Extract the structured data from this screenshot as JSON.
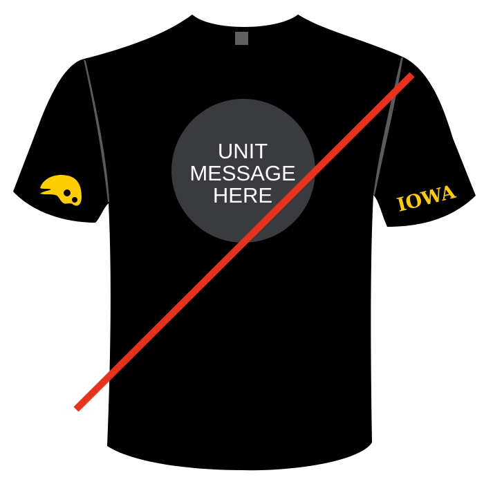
{
  "shirt": {
    "color": "#000000",
    "accent_color": "#5a5b5e",
    "tag_color": "#5f6062"
  },
  "front_print": {
    "lines": [
      "UNIT",
      "MESSAGE",
      "HERE"
    ],
    "circle_color": "#3a3b3e",
    "text_color": "#ffffff"
  },
  "left_sleeve": {
    "logo": "tigerhawk-logo",
    "color": "#FFCD00"
  },
  "right_sleeve": {
    "wordmark": "IOWA",
    "color": "#FFCD00"
  },
  "strike_line": {
    "color": "#e8321e"
  }
}
